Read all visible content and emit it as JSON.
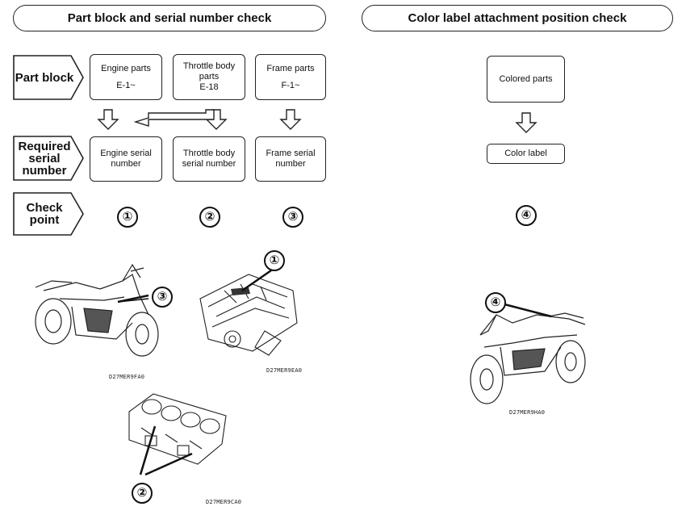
{
  "left_header": "Part block and serial number check",
  "right_header": "Color label attachment position check",
  "rows": {
    "part_block": "Part block",
    "required_serial": [
      "Required",
      "serial",
      "number"
    ],
    "check_point": [
      "Check",
      "point"
    ]
  },
  "part_blocks": [
    {
      "name": "Engine parts",
      "code": "E-1~"
    },
    {
      "name": "Throttle body parts",
      "code": "E-18"
    },
    {
      "name": "Frame parts",
      "code": "F-1~"
    }
  ],
  "serials": [
    "Engine serial number",
    "Throttle body serial number",
    "Frame serial number"
  ],
  "check_points": [
    "①",
    "②",
    "③"
  ],
  "color": {
    "parts": "Colored parts",
    "label": "Color label",
    "check_point": "④"
  },
  "illustrations": {
    "motorcycle_left": {
      "callout": "③",
      "caption": "D27MER9FA0"
    },
    "engine": {
      "callout": "①",
      "caption": "D27MER9EA0"
    },
    "throttle_body": {
      "callout": "②",
      "caption": "D27MER9CA0"
    },
    "motorcycle_right": {
      "callout": "④",
      "caption": "D27MER9HA0"
    }
  }
}
